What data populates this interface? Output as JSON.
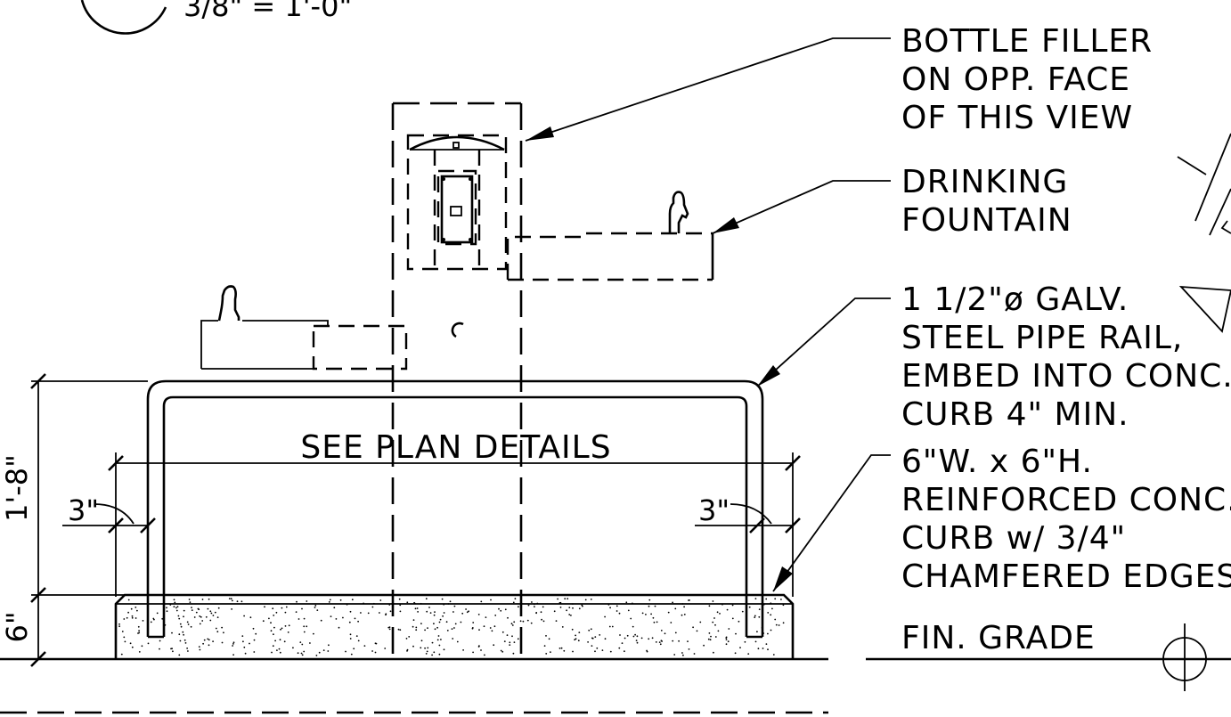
{
  "scale": "3/8\" = 1'-0\"",
  "callouts": {
    "bottle_filler": [
      "BOTTLE FILLER",
      "ON OPP. FACE",
      "OF THIS VIEW"
    ],
    "drinking_fountain": [
      "DRINKING",
      "FOUNTAIN"
    ],
    "pipe_rail": [
      "1 1/2\"ø GALV.",
      "STEEL PIPE RAIL,",
      "EMBED INTO CONC.",
      "CURB 4\" MIN."
    ],
    "curb": [
      "6\"W. x 6\"H.",
      "REINFORCED CONC.",
      "CURB w/ 3/4\"",
      "CHAMFERED EDGES"
    ],
    "grade": "FIN. GRADE"
  },
  "dimensions": {
    "plan_note": "SEE PLAN DETAILS",
    "offset_left": "3\"",
    "offset_right": "3\"",
    "rail_height": "1'-8\"",
    "curb_height": "6\""
  }
}
